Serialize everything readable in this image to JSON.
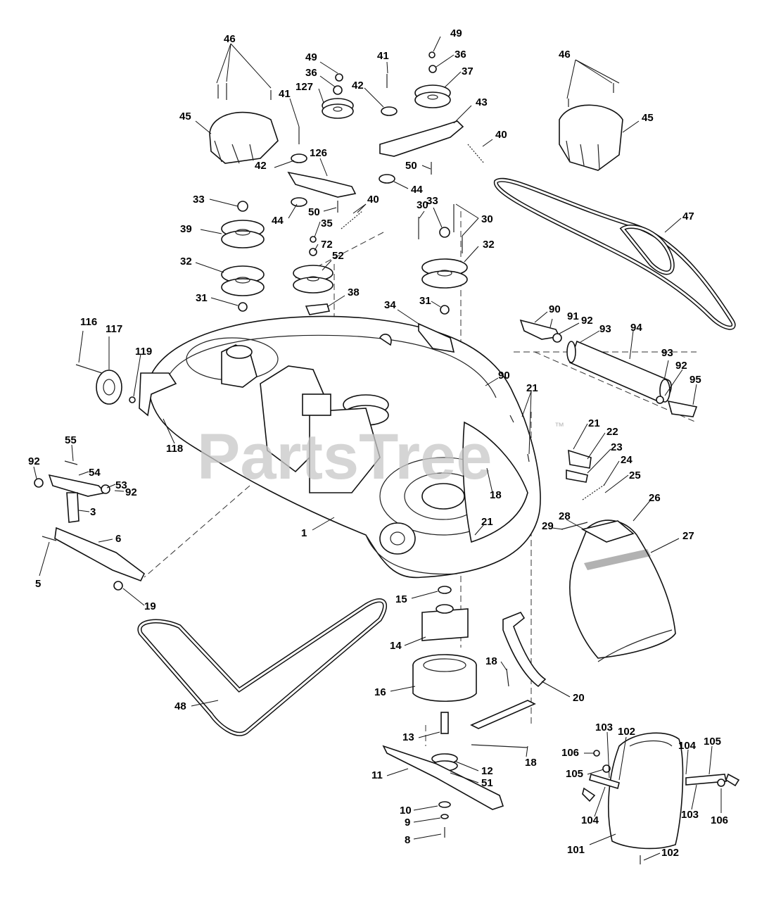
{
  "watermark": {
    "text": "PartsTree",
    "trademark": "™"
  },
  "callouts": [
    "46",
    "45",
    "49",
    "36",
    "127",
    "41",
    "42",
    "126",
    "33",
    "44",
    "50",
    "40",
    "39",
    "35",
    "72",
    "52",
    "32",
    "31",
    "38",
    "41",
    "49",
    "36",
    "37",
    "42",
    "43",
    "40",
    "50",
    "44",
    "33",
    "30",
    "30",
    "32",
    "34",
    "31",
    "46",
    "45",
    "47",
    "90",
    "91",
    "92",
    "93",
    "94",
    "93",
    "92",
    "95",
    "90",
    "116",
    "117",
    "119",
    "118",
    "55",
    "92",
    "54",
    "53",
    "92",
    "3",
    "6",
    "5",
    "19",
    "1",
    "21",
    "21",
    "22",
    "23",
    "24",
    "25",
    "18",
    "21",
    "26",
    "28",
    "29",
    "27",
    "15",
    "14",
    "18",
    "16",
    "20",
    "48",
    "13",
    "12",
    "51",
    "11",
    "18",
    "10",
    "9",
    "8",
    "103",
    "102",
    "106",
    "105",
    "104",
    "105",
    "104",
    "103",
    "106",
    "101",
    "102"
  ]
}
